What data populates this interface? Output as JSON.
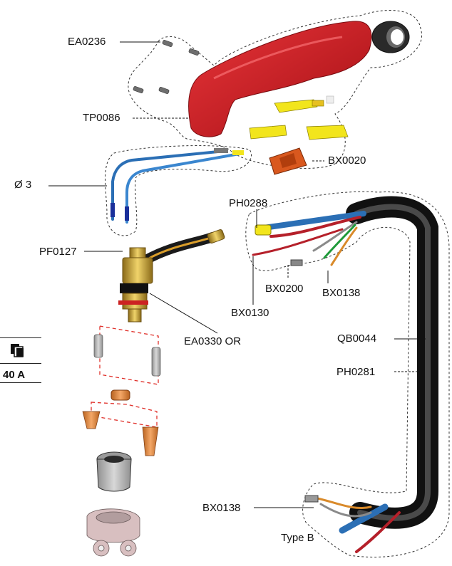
{
  "labels": {
    "ea0236": "EA0236",
    "tp0086": "TP0086",
    "bx0020": "BX0020",
    "dia3": "Ø 3",
    "ph0288": "PH0288",
    "pf0127": "PF0127",
    "bx0200": "BX0200",
    "bx0138_top": "BX0138",
    "bx0130": "BX0130",
    "ea0330": "EA0330 OR",
    "qb0044": "QB0044",
    "ph0281": "PH0281",
    "bx0138_bottom": "BX0138",
    "typeb": "Type B"
  },
  "panel": {
    "amperage": "40 A",
    "icon": "stacked-parts-icon"
  },
  "colors": {
    "handle_red": "#cf1a20",
    "yellow_part": "#f2e51c",
    "orange_part": "#d9581e",
    "brass": "#c9a43a",
    "cable_black": "#2b2b2b",
    "blue_wire": "#2b6fb5",
    "red_dashed": "#e0302a",
    "copper": "#d98a4a"
  }
}
